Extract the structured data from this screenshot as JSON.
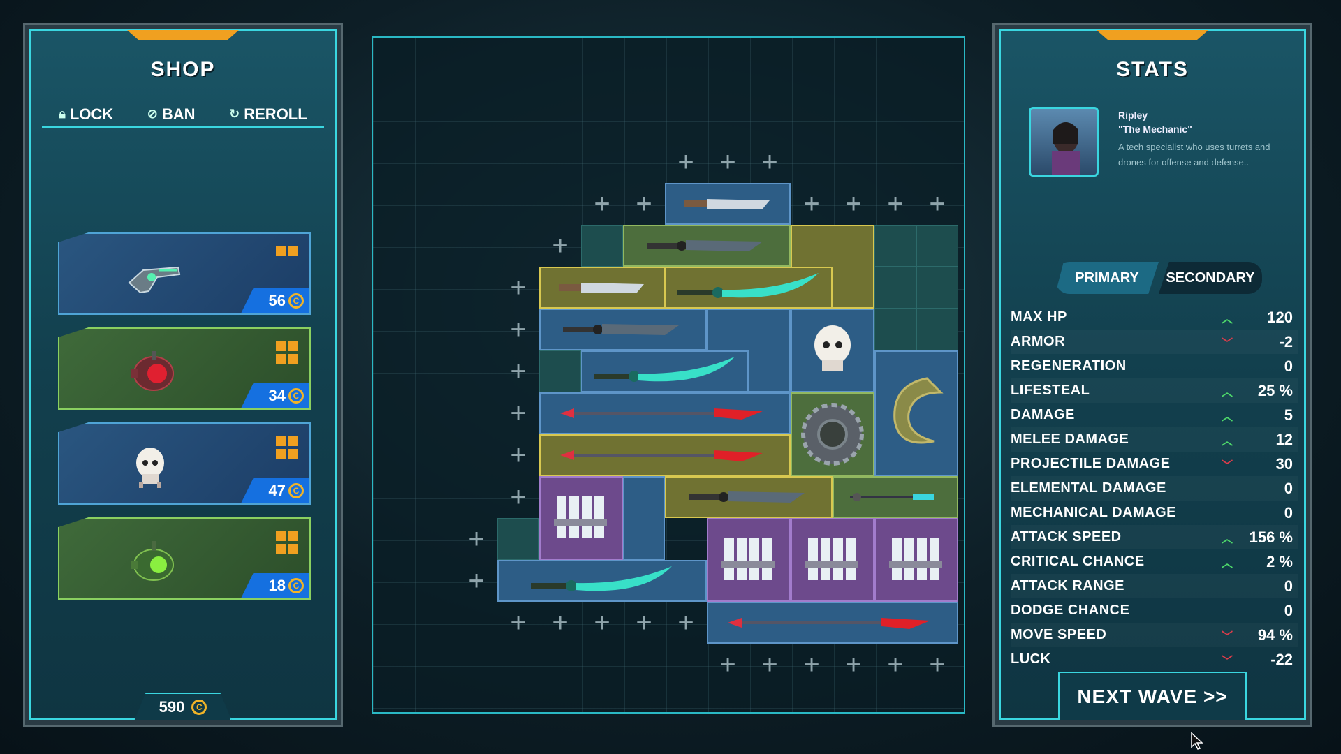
{
  "shop": {
    "title": "SHOP",
    "tabs": [
      {
        "label": "LOCK",
        "icon": "lock-icon"
      },
      {
        "label": "BAN",
        "icon": "ban-icon"
      },
      {
        "label": "REROLL",
        "icon": "reroll-icon"
      }
    ],
    "items": [
      {
        "name": "energy-pistol",
        "price": "56",
        "rarity": "blue",
        "size": "2x1"
      },
      {
        "name": "red-core-drone",
        "price": "34",
        "rarity": "green",
        "size": "2x2"
      },
      {
        "name": "skull-charm",
        "price": "47",
        "rarity": "blue",
        "size": "2x2"
      },
      {
        "name": "green-core-drone",
        "price": "18",
        "rarity": "green",
        "size": "2x2"
      }
    ],
    "gold": "590"
  },
  "stats": {
    "title": "STATS",
    "character": {
      "name": "Ripley",
      "epithet": "\"The Mechanic\"",
      "description": "A tech specialist who uses turrets and drones for offense and defense.."
    },
    "tabs": {
      "primary": "PRIMARY",
      "secondary": "SECONDARY"
    },
    "rows": [
      {
        "label": "MAX HP",
        "trend": "up",
        "value": "120"
      },
      {
        "label": "ARMOR",
        "trend": "down",
        "value": "-2"
      },
      {
        "label": "REGENERATION",
        "trend": "none",
        "value": "0"
      },
      {
        "label": "LIFESTEAL",
        "trend": "up",
        "value": "25 %"
      },
      {
        "label": "DAMAGE",
        "trend": "up",
        "value": "5"
      },
      {
        "label": "MELEE DAMAGE",
        "trend": "up",
        "value": "12"
      },
      {
        "label": "PROJECTILE DAMAGE",
        "trend": "down",
        "value": "30"
      },
      {
        "label": "ELEMENTAL DAMAGE",
        "trend": "none",
        "value": "0"
      },
      {
        "label": "MECHANICAL DAMAGE",
        "trend": "none",
        "value": "0"
      },
      {
        "label": "ATTACK SPEED",
        "trend": "up",
        "value": "156 %"
      },
      {
        "label": "CRITICAL CHANCE",
        "trend": "up",
        "value": "2 %"
      },
      {
        "label": "ATTACK RANGE",
        "trend": "none",
        "value": "0"
      },
      {
        "label": "DODGE CHANCE",
        "trend": "none",
        "value": "0"
      },
      {
        "label": "MOVE SPEED",
        "trend": "down",
        "value": "94 %"
      },
      {
        "label": "LUCK",
        "trend": "down",
        "value": "-22"
      }
    ],
    "next_wave": "NEXT WAVE >>"
  },
  "colors": {
    "accent": "#3ad6e0",
    "gold": "#f0b428",
    "up": "#4fdb6b",
    "down": "#e03c4a"
  }
}
